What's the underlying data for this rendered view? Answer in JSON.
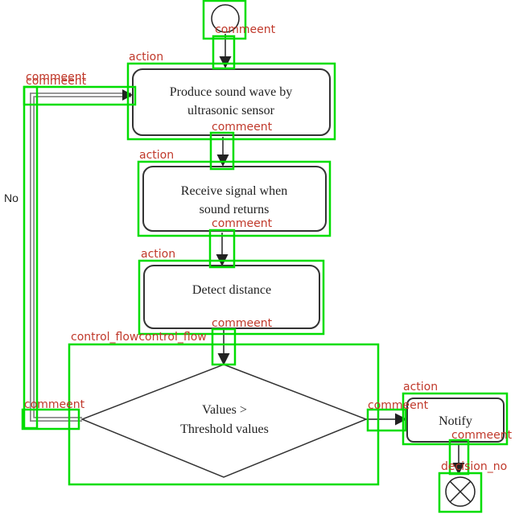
{
  "nodes": {
    "produce": {
      "line1": "Produce sound wave by",
      "line2": "ultrasonic sensor"
    },
    "receive": {
      "line1": "Receive signal when",
      "line2": "sound returns"
    },
    "detect": {
      "line1": "Detect distance"
    },
    "decision": {
      "line1": "Values >",
      "line2": "Threshold values"
    },
    "notify": {
      "line1": "Notify"
    }
  },
  "edge_labels": {
    "no": "No"
  },
  "annotations": {
    "comment_1": "commeent",
    "action_1": "action",
    "comment_2": "commeent",
    "comment_3": "commeent",
    "comment_4": "commeent",
    "action_2": "action",
    "comment_5": "commeent",
    "action_3": "action",
    "comment_6": "commeent",
    "control_flow": "control_flowcontrol_flow",
    "action_4": "action",
    "comment_7": "commeent",
    "comment_8": "commeent",
    "comment_9": "commeent",
    "decision_node": "decision_no"
  },
  "colors": {
    "box": "#00dd00",
    "label": "#c0392b",
    "ink": "#222222",
    "loop": "#888888"
  }
}
